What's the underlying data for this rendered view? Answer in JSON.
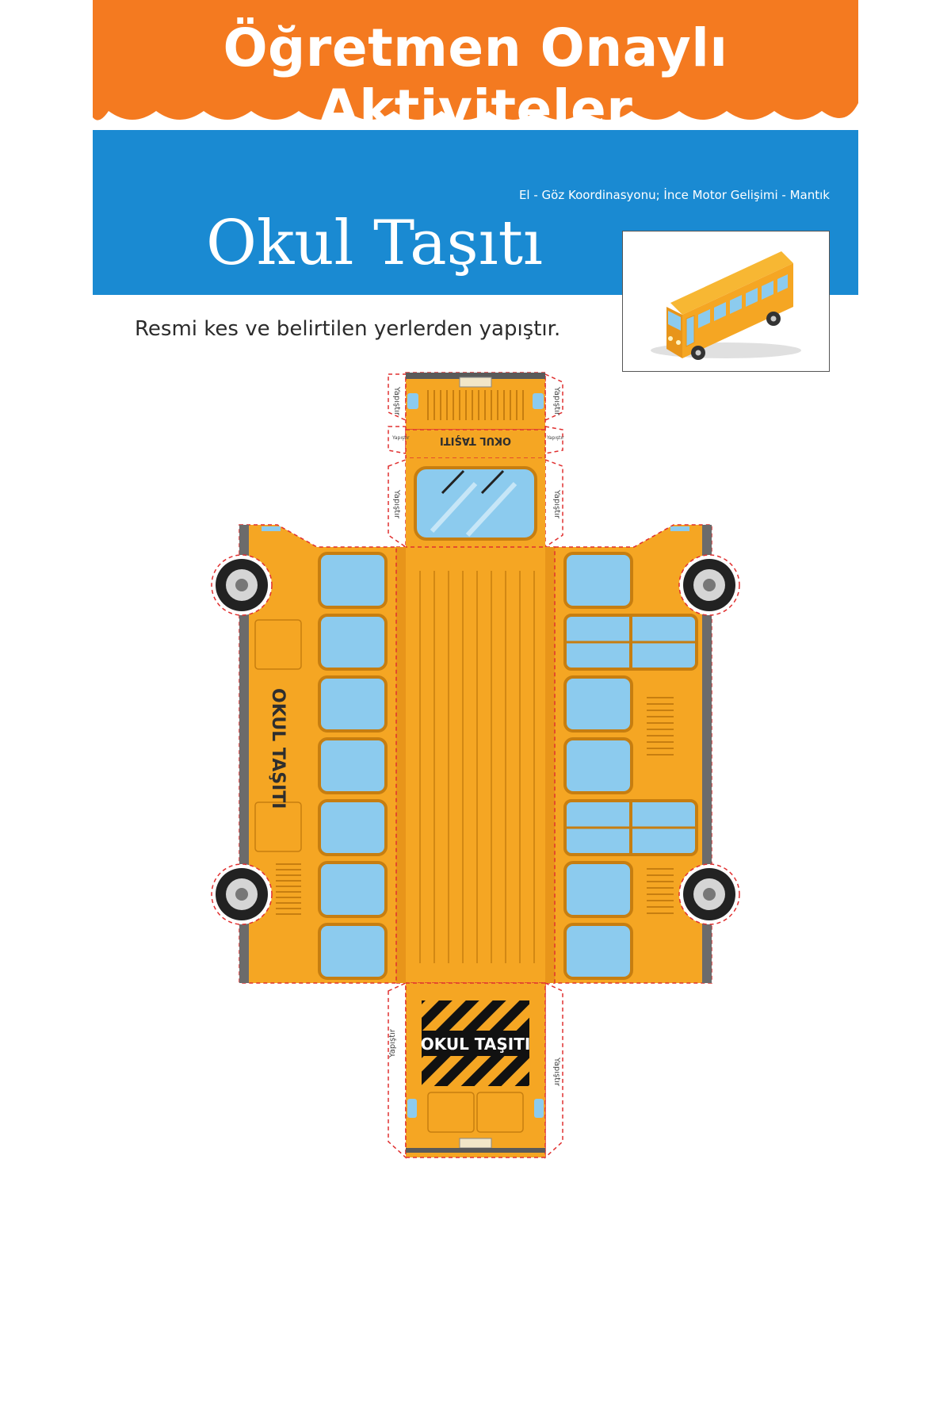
{
  "header": {
    "banner_title": "Öğretmen Onaylı Aktiviteler",
    "skills": "El - Göz Koordinasyonu; İnce Motor Gelişimi - Mantık",
    "title": "Okul Taşıtı"
  },
  "instruction": "Resmi kes ve belirtilen yerlerden yapıştır.",
  "template": {
    "glue_label": "Yapıştır",
    "bus_text": "OKUL TAŞITI",
    "side_text": "OKUL TAŞITI",
    "front_text": "OKUL TAŞITI",
    "back_sign_text": "OKUL TAŞITI"
  },
  "colors": {
    "banner_orange": "#f47a20",
    "band_blue": "#1a8ad2",
    "bus_yellow": "#f5a623",
    "window_blue": "#8ccbee",
    "cut_line": "#e03030"
  }
}
